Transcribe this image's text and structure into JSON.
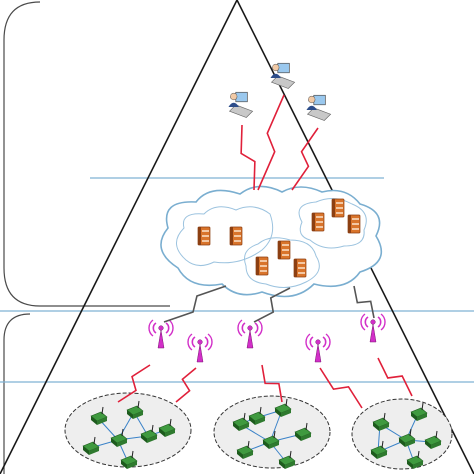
{
  "diagram": {
    "layers": [
      "users",
      "cloud",
      "gateways",
      "sensor-clusters"
    ],
    "users": 3,
    "cloud_groups": [
      2,
      3,
      3
    ],
    "gateways": 5,
    "sensor_clusters": 3,
    "colors": {
      "outline": "#1a1a1a",
      "layer_line": "#7fb2d4",
      "side_bracket": "#4a4a4a",
      "cloud_stroke": "#7aaed0",
      "cloud_inner": "#9cc3df",
      "link_red": "#e0203a",
      "link_gray": "#555555",
      "server": "#d9742b",
      "server_dark": "#8c3f12",
      "antenna": "#d22fc8",
      "node": "#3f9a3f",
      "node_dark": "#1d5b1d",
      "ellipse_fill": "#eeeeee",
      "wire": "#3a82c8",
      "user_screen": "#9ac8ee"
    },
    "icons": [
      "user-workstation-icon",
      "server-icon",
      "antenna-icon",
      "sensor-node-icon"
    ]
  }
}
